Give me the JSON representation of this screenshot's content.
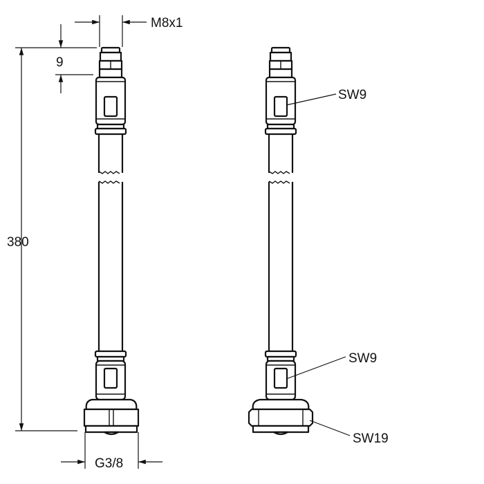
{
  "dimensions": {
    "thread_top": "M8x1",
    "top_length": "9",
    "total_length": "380",
    "thread_bottom": "G3/8"
  },
  "callouts": {
    "upper_wrench": "SW9",
    "lower_wrench": "SW9",
    "nut_wrench": "SW19"
  }
}
